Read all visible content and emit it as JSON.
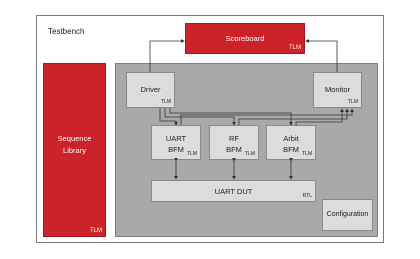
{
  "testbench": {
    "title": "Testbench"
  },
  "scoreboard": {
    "label": "Scoreboard",
    "tag": "TLM"
  },
  "sequence_library": {
    "line1": "Sequence",
    "line2": "Library",
    "tag": "TLM"
  },
  "driver": {
    "label": "Driver",
    "tag": "TLM"
  },
  "monitor": {
    "label": "Monitor",
    "tag": "TLM"
  },
  "uart_bfm": {
    "line1": "UART",
    "line2": "BFM",
    "tag": "TLM"
  },
  "rf_bfm": {
    "line1": "RF",
    "line2": "BFM",
    "tag": "TLM"
  },
  "arbit_bfm": {
    "line1": "Arbit",
    "line2": "BFM",
    "tag": "TLM"
  },
  "dut": {
    "label": "UART DUT",
    "tag": "RTL"
  },
  "configuration": {
    "label": "Configuration"
  },
  "colors": {
    "accent_red": "#cc2229",
    "env_gray": "#a9a9a9",
    "block_gray": "#dcdcdc"
  }
}
